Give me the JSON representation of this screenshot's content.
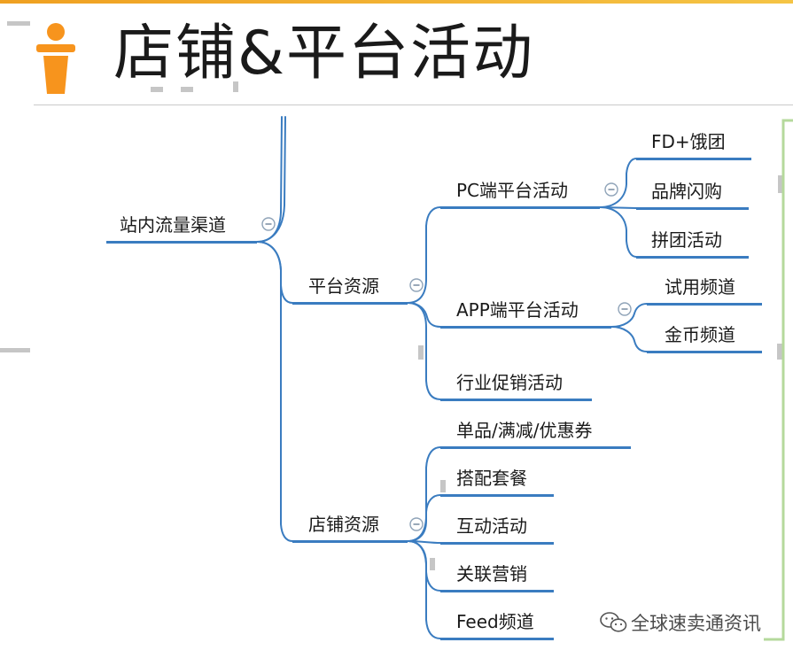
{
  "header": {
    "title": "店铺&平台活动",
    "icon": "podium-speaker-icon",
    "accent_color": "#f7941d"
  },
  "mindmap": {
    "line_color": "#3a7cc0",
    "collapse_icon": "minus-circle-icon",
    "root": {
      "label": "站内流量渠道"
    },
    "platform": {
      "label": "平台资源",
      "pc": {
        "label": "PC端平台活动",
        "children": [
          "FD+饿团",
          "品牌闪购",
          "拼团活动"
        ]
      },
      "app": {
        "label": "APP端平台活动",
        "children": [
          "试用频道",
          "金币频道"
        ]
      },
      "industry": {
        "label": "行业促销活动"
      }
    },
    "store": {
      "label": "店铺资源",
      "children": [
        "单品/满减/优惠券",
        "搭配套餐",
        "互动活动",
        "关联营销",
        "Feed频道"
      ]
    }
  },
  "frame": {
    "bracket_color": "#b5d99c"
  },
  "watermark": {
    "icon": "wechat-icon",
    "text": "全球速卖通资讯"
  }
}
